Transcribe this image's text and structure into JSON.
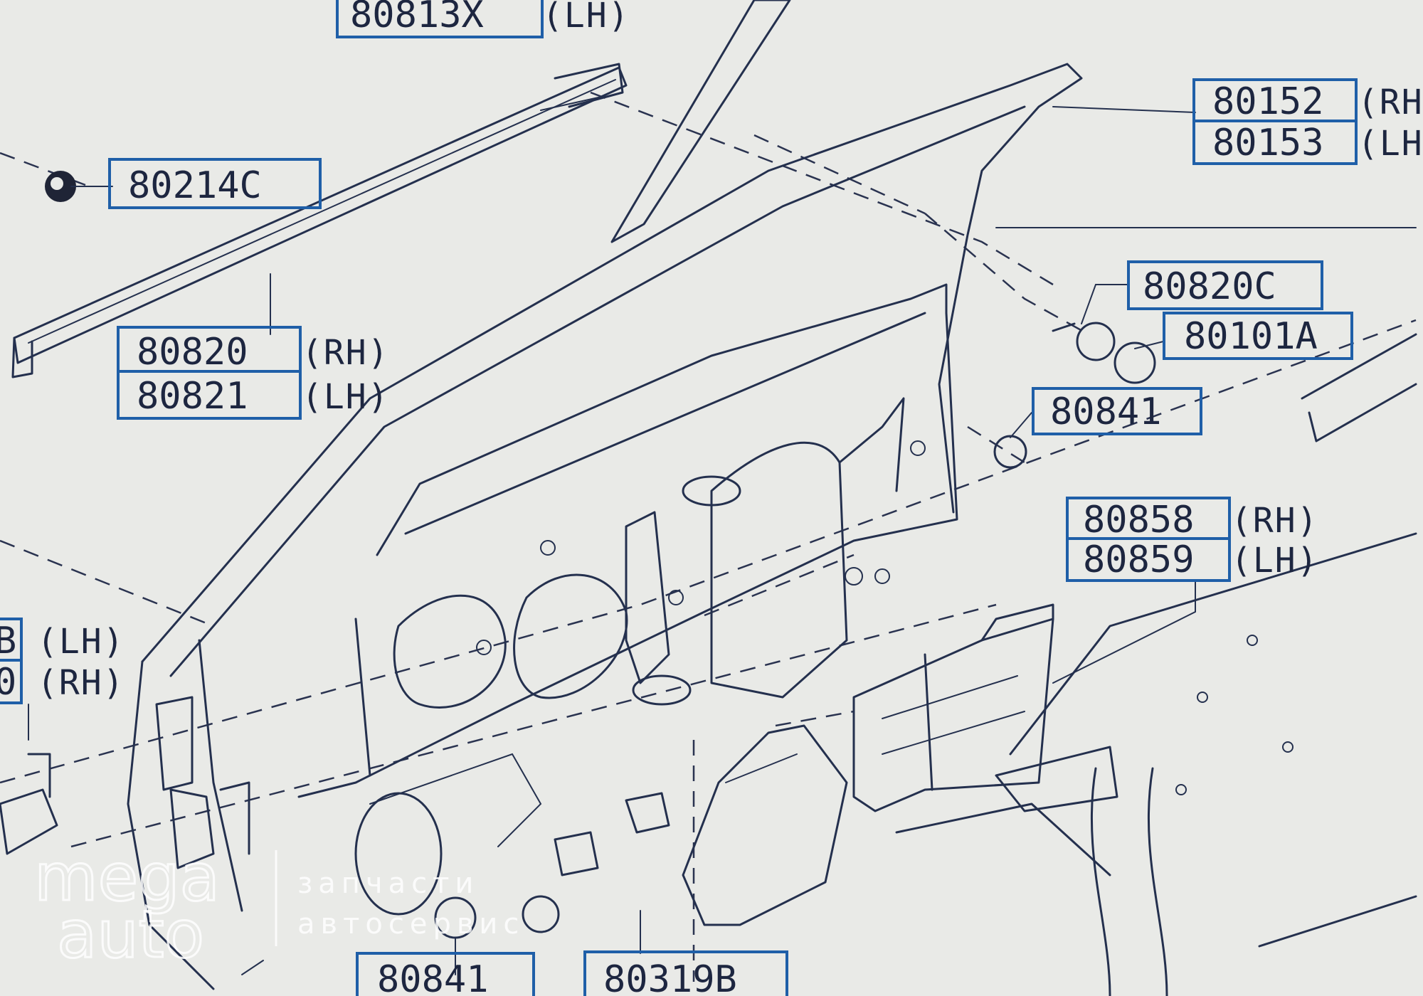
{
  "callouts": [
    {
      "id": "c1",
      "code": "80813X",
      "side": "(LH)"
    },
    {
      "id": "c2",
      "code": "80214C",
      "side": ""
    },
    {
      "id": "c3",
      "code": "80820",
      "side": "(RH)"
    },
    {
      "id": "c4",
      "code": "80821",
      "side": "(LH)"
    },
    {
      "id": "c5",
      "code": "80152",
      "side": "(RH"
    },
    {
      "id": "c6",
      "code": "80153",
      "side": "(LH"
    },
    {
      "id": "c7",
      "code": "80820C",
      "side": ""
    },
    {
      "id": "c8",
      "code": "80101A",
      "side": ""
    },
    {
      "id": "c9",
      "code": "80841",
      "side": ""
    },
    {
      "id": "c10",
      "code": "80858",
      "side": "(RH)"
    },
    {
      "id": "c11",
      "code": "80859",
      "side": "(LH)"
    },
    {
      "id": "c12",
      "code": "B",
      "side": "(LH)"
    },
    {
      "id": "c13",
      "code": "0",
      "side": "(RH)"
    },
    {
      "id": "c14",
      "code": "80841",
      "side": ""
    },
    {
      "id": "c15",
      "code": "80319B",
      "side": ""
    }
  ],
  "watermark": {
    "logo_line1": "mega",
    "logo_line2": "auto",
    "tagline1": "запчасти",
    "tagline2": "автосервис"
  },
  "colors": {
    "background": "#e9eae7",
    "linework": "#24304e",
    "callout_box": "#1f5fa8"
  }
}
